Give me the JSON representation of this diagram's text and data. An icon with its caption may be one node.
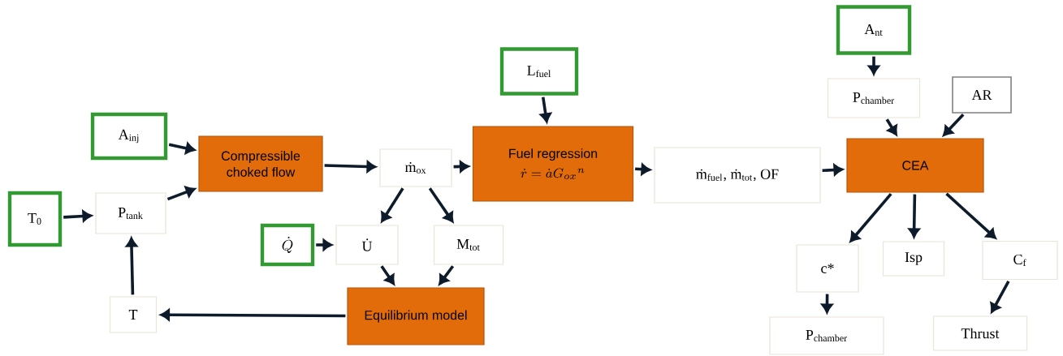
{
  "diagram": {
    "nodes": [
      {
        "text": [
          "A$_{inj}$"
        ]
      },
      {
        "text": [
          "T$_{0}$"
        ]
      },
      {
        "text": [
          "P$_{tank}$"
        ]
      },
      {
        "text": [
          "Compressible choked flow"
        ]
      },
      {
        "text": [
          "ṁ$_{ox}$"
        ]
      },
      {
        "text": [
          "\\dot{Q}"
        ]
      },
      {
        "text": [
          "U̇"
        ]
      },
      {
        "text": [
          "M$_{tot}$"
        ]
      },
      {
        "text": [
          "T"
        ]
      },
      {
        "text": [
          "Equilibrium model"
        ]
      },
      {
        "text": [
          "L$_{fuel}$"
        ]
      },
      {
        "text": [
          "Fuel regression",
          "\\dot{r} = \\dot{a}G_{ox}{}^{n}"
        ]
      },
      {
        "text": [
          "ṁ$_{fuel}$, ṁ$_{tot}$, OF"
        ]
      },
      {
        "text": [
          "A$_{nt}$"
        ]
      },
      {
        "text": [
          "P$_{chamber}$"
        ]
      },
      {
        "text": [
          "AR"
        ]
      },
      {
        "text": [
          "CEA"
        ]
      },
      {
        "text": [
          "c*"
        ]
      },
      {
        "text": [
          "Isp"
        ]
      },
      {
        "text": [
          "C$_{f}$"
        ]
      },
      {
        "text": [
          "P$_{chamber}$"
        ]
      },
      {
        "text": [
          "Thrust"
        ]
      }
    ],
    "edges": [
      {
        "from": 0,
        "to": 3,
        "arrow": "to"
      },
      {
        "from": 2,
        "to": 3,
        "arrow": "to"
      },
      {
        "from": 1,
        "to": 2,
        "arrow": "to"
      },
      {
        "from": 8,
        "to": 2,
        "arrow": "to"
      },
      {
        "from": 3,
        "to": 4,
        "arrow": "to"
      },
      {
        "from": 4,
        "to": 11,
        "arrow": "to"
      },
      {
        "from": 4,
        "to": 6,
        "arrow": "to"
      },
      {
        "from": 4,
        "to": 7,
        "arrow": "to"
      },
      {
        "from": 5,
        "to": 6,
        "arrow": "to"
      },
      {
        "from": 6,
        "to": 9,
        "arrow": "to"
      },
      {
        "from": 7,
        "to": 9,
        "arrow": "to"
      },
      {
        "from": 9,
        "to": 8,
        "arrow": "to"
      },
      {
        "from": 10,
        "to": 11,
        "arrow": "to"
      },
      {
        "from": 11,
        "to": 12,
        "arrow": "to"
      },
      {
        "from": 12,
        "to": 16,
        "arrow": "to"
      },
      {
        "from": 13,
        "to": 14,
        "arrow": "to"
      },
      {
        "from": 14,
        "to": 16,
        "arrow": "to"
      },
      {
        "from": 15,
        "to": 16,
        "arrow": "to"
      },
      {
        "from": 16,
        "to": 17,
        "arrow": "to"
      },
      {
        "from": 16,
        "to": 18,
        "arrow": "to"
      },
      {
        "from": 16,
        "to": 19,
        "arrow": "to"
      },
      {
        "from": 17,
        "to": 20,
        "arrow": "to"
      },
      {
        "from": 19,
        "to": 21,
        "arrow": "to"
      }
    ]
  }
}
